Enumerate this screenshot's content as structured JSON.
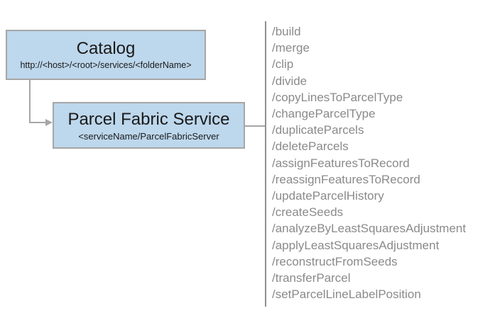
{
  "diagram": {
    "catalog_node": {
      "title": "Catalog",
      "subtitle": "http://<host>/<root>/services/<folderName>"
    },
    "service_node": {
      "title": "Parcel Fabric Service",
      "subtitle": "<serviceName/ParcelFabricServer"
    },
    "endpoints": [
      "/build",
      "/merge",
      "/clip",
      "/divide",
      "/copyLinesToParcelType",
      "/changeParcelType",
      "/duplicateParcels",
      "/deleteParcels",
      "/assignFeaturesToRecord",
      "/reassignFeaturesToRecord",
      "/updateParcelHistory",
      "/createSeeds",
      "/analyzeByLeastSquaresAdjustment",
      "/applyLeastSquaresAdjustment",
      "/reconstructFromSeeds",
      "/transferParcel",
      "/setParcelLineLabelPosition"
    ],
    "colors": {
      "node_fill": "#bdd7ec",
      "node_border": "#a6a6a6",
      "connector": "#a6a6a6",
      "endpoint_text": "#8a8a8a",
      "separator": "#8f8f8f",
      "title_text": "#1a1a1a"
    }
  }
}
